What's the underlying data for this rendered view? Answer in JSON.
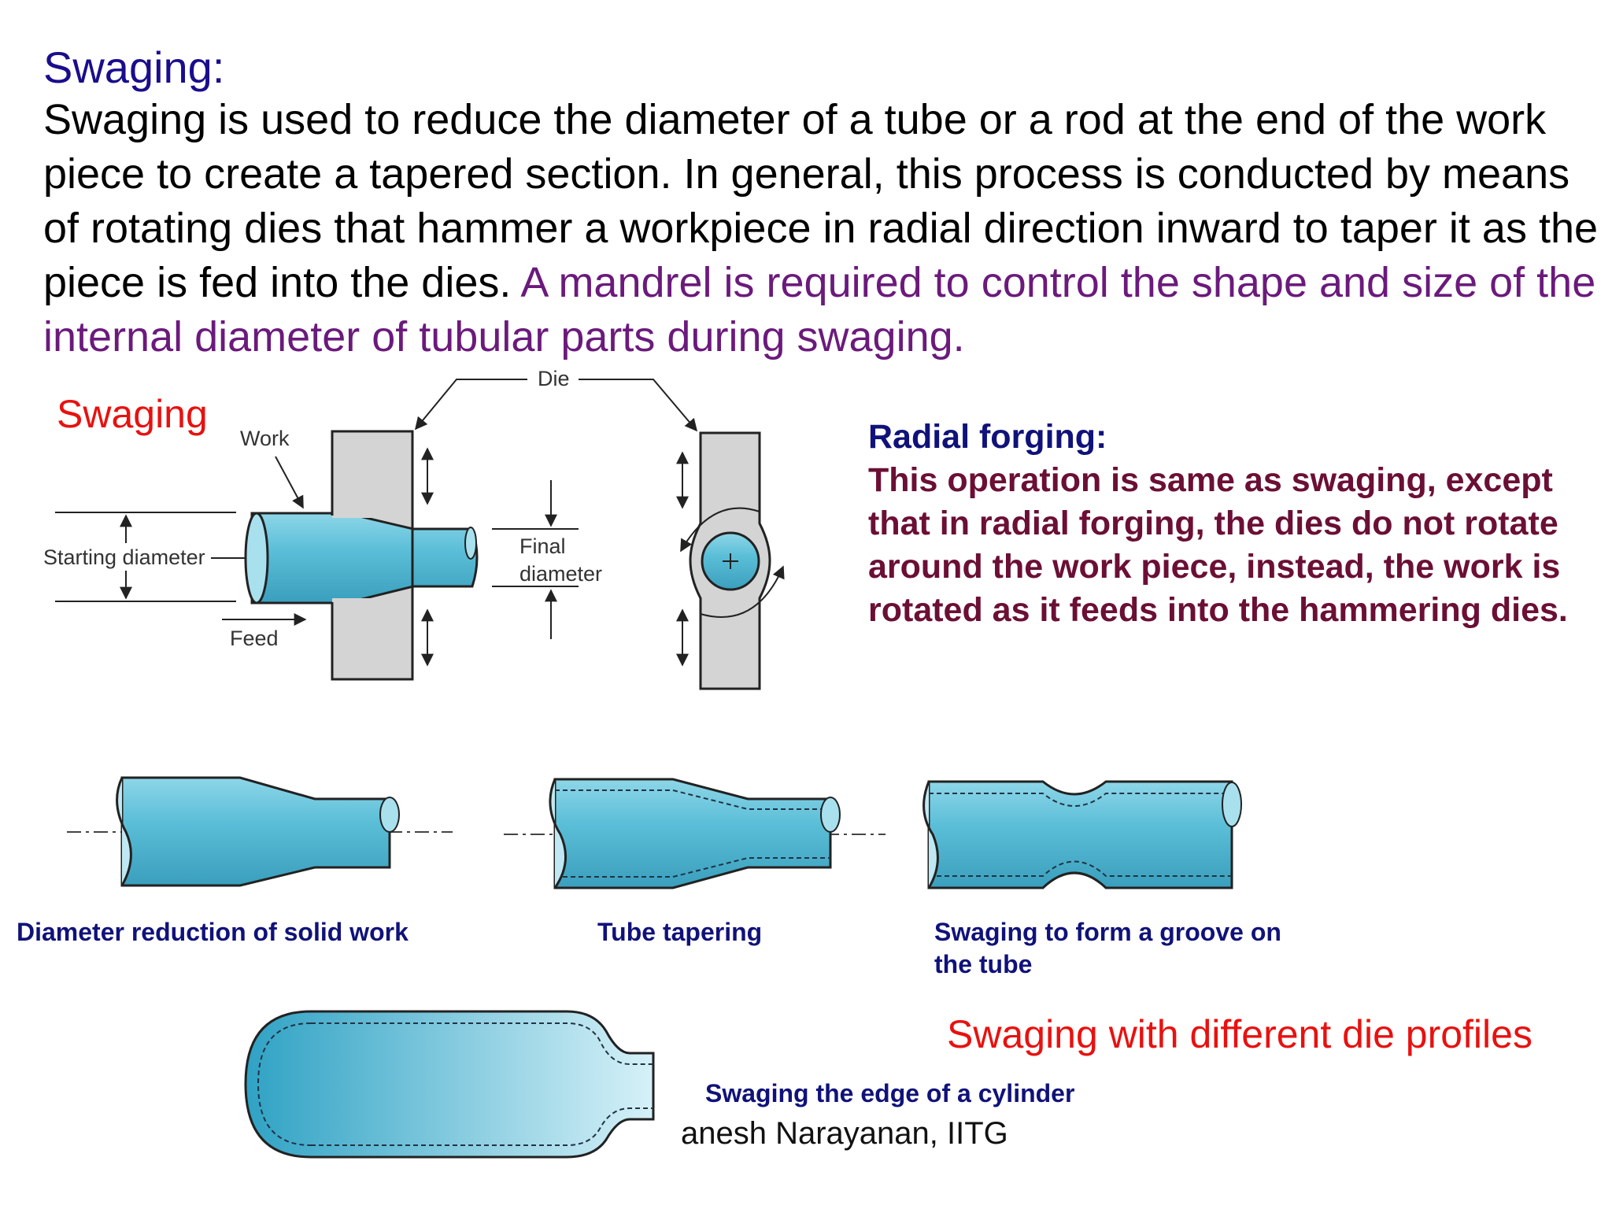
{
  "slide": {
    "heading": "Swaging:",
    "paragraph_black": "Swaging is used to reduce the diameter of a tube or a rod at the end of the work piece to create a tapered section. In general, this process is conducted by means of rotating dies that hammer a workpiece in radial direction inward to taper it as the piece is fed into the dies.",
    "paragraph_purple": "A mandrel is required to control the shape and size of the internal diameter of tubular parts during swaging.",
    "swaging_label": "Swaging",
    "radial_title": "Radial forging:",
    "radial_body": "This operation is same as swaging, except that in radial forging, the dies do not rotate around the work piece, instead, the work is rotated as it feeds into the hammering dies.",
    "profiles_label": "Swaging with different die profiles",
    "credit": "anesh Narayanan, IITG"
  },
  "diagram": {
    "die_label": "Die",
    "work_label": "Work",
    "starting_diameter_label": "Starting diameter",
    "final_label": "Final",
    "diameter_label": "diameter",
    "feed_label": "Feed"
  },
  "captions": {
    "solid": "Diameter reduction of solid work",
    "tube": "Tube tapering",
    "groove_line1": "Swaging to form a groove on",
    "groove_line2": "the tube",
    "edge": "Swaging the edge of a cylinder"
  },
  "colors": {
    "heading": "#1a0d8c",
    "purple_text": "#6b1a7c",
    "red_text": "#e8110f",
    "radial_title": "#10127a",
    "radial_body": "#6b0f35",
    "workpiece": "#5fc0d8"
  }
}
